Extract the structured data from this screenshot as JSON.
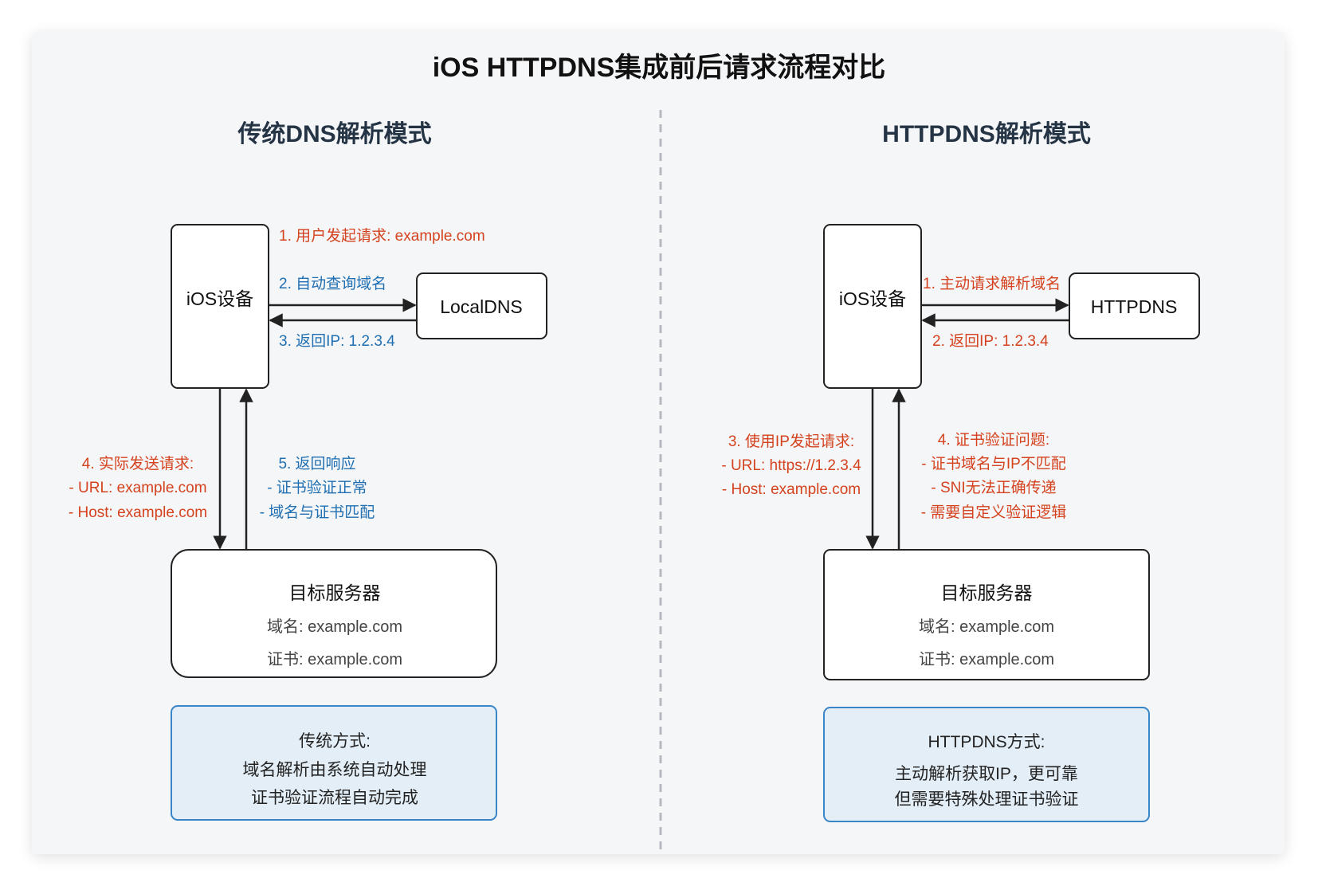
{
  "title": "iOS HTTPDNS集成前后请求流程对比",
  "left": {
    "heading": "传统DNS解析模式",
    "device": "iOS设备",
    "dns_server": "LocalDNS",
    "step1": "1. 用户发起请求: example.com",
    "step2": "2. 自动查询域名",
    "step3": "3. 返回IP: 1.2.3.4",
    "step4": [
      "4. 实际发送请求:",
      "- URL: example.com",
      "- Host: example.com"
    ],
    "step5": [
      "5. 返回响应",
      "- 证书验证正常",
      "- 域名与证书匹配"
    ],
    "server": {
      "name": "目标服务器",
      "domain": "域名: example.com",
      "cert": "证书: example.com"
    },
    "note": [
      "传统方式:",
      "域名解析由系统自动处理",
      "证书验证流程自动完成"
    ]
  },
  "right": {
    "heading": "HTTPDNS解析模式",
    "device": "iOS设备",
    "dns_server": "HTTPDNS",
    "step1": "1. 主动请求解析域名",
    "step2": "2. 返回IP: 1.2.3.4",
    "step3": [
      "3. 使用IP发起请求:",
      "- URL: https://1.2.3.4",
      "- Host: example.com"
    ],
    "step4": [
      "4. 证书验证问题:",
      "- 证书域名与IP不匹配",
      "- SNI无法正确传递",
      "- 需要自定义验证逻辑"
    ],
    "server": {
      "name": "目标服务器",
      "domain": "域名: example.com",
      "cert": "证书: example.com"
    },
    "note": [
      "HTTPDNS方式:",
      "主动解析获取IP，更可靠",
      "但需要特殊处理证书验证"
    ]
  },
  "colors": {
    "red": "#d4421e",
    "blue": "#1f6fb2",
    "note_fill": "#e3eef7",
    "note_border": "#3a85c7",
    "divider": "#b5b9bf"
  }
}
